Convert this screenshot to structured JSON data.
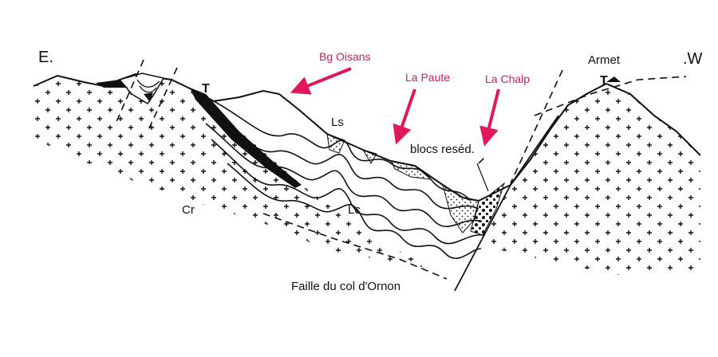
{
  "orientation": {
    "east": "E.",
    "west": ".W"
  },
  "places": {
    "bg_oisans": "Bg Oisans",
    "la_paute": "La Paute",
    "la_chalp": "La Chalp"
  },
  "labels": {
    "armet": "Armet",
    "t_left": "T",
    "t_right": "T",
    "ls": "Ls",
    "lc": "Lc",
    "cr": "Cr",
    "blocs": "blocs reséd.",
    "faille": "Faille du col d'Ornon"
  },
  "colors": {
    "annotation_red": "#e0185a",
    "ink": "#111111"
  }
}
